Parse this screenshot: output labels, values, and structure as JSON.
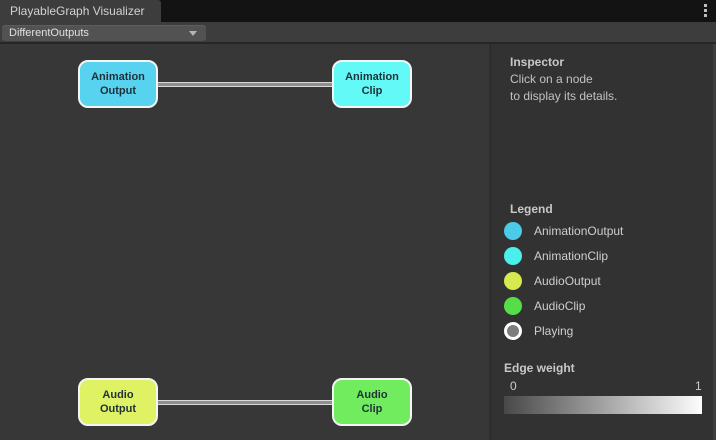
{
  "window": {
    "tab_title": "PlayableGraph Visualizer"
  },
  "toolbar": {
    "graph_selector": {
      "value": "DifferentOutputs"
    }
  },
  "graph": {
    "nodes": [
      {
        "id": "animation-output",
        "label_lines": [
          "Animation",
          "Output"
        ],
        "color": "#57d2ef"
      },
      {
        "id": "animation-clip",
        "label_lines": [
          "Animation",
          "Clip"
        ],
        "color": "#63f9f6"
      },
      {
        "id": "audio-output",
        "label_lines": [
          "Audio",
          "Output"
        ],
        "color": "#dff263"
      },
      {
        "id": "audio-clip",
        "label_lines": [
          "Audio",
          "Clip"
        ],
        "color": "#70ec5e"
      }
    ],
    "edges": [
      {
        "from": "animation-output",
        "to": "animation-clip"
      },
      {
        "from": "audio-output",
        "to": "audio-clip"
      }
    ]
  },
  "inspector": {
    "title": "Inspector",
    "hint_line1": "Click on a node",
    "hint_line2": "to display its details."
  },
  "legend": {
    "title": "Legend",
    "items": [
      {
        "label": "AnimationOutput",
        "color": "#4ccbe9"
      },
      {
        "label": "AnimationClip",
        "color": "#4aeeea"
      },
      {
        "label": "AudioOutput",
        "color": "#d7e94f"
      },
      {
        "label": "AudioClip",
        "color": "#56de48"
      },
      {
        "label": "Playing",
        "color": "#7d7d7d",
        "ring": true
      }
    ]
  },
  "edge_weight": {
    "title": "Edge weight",
    "min": "0",
    "max": "1",
    "gradient_from": "#484848",
    "gradient_to": "#fdfdfd"
  }
}
